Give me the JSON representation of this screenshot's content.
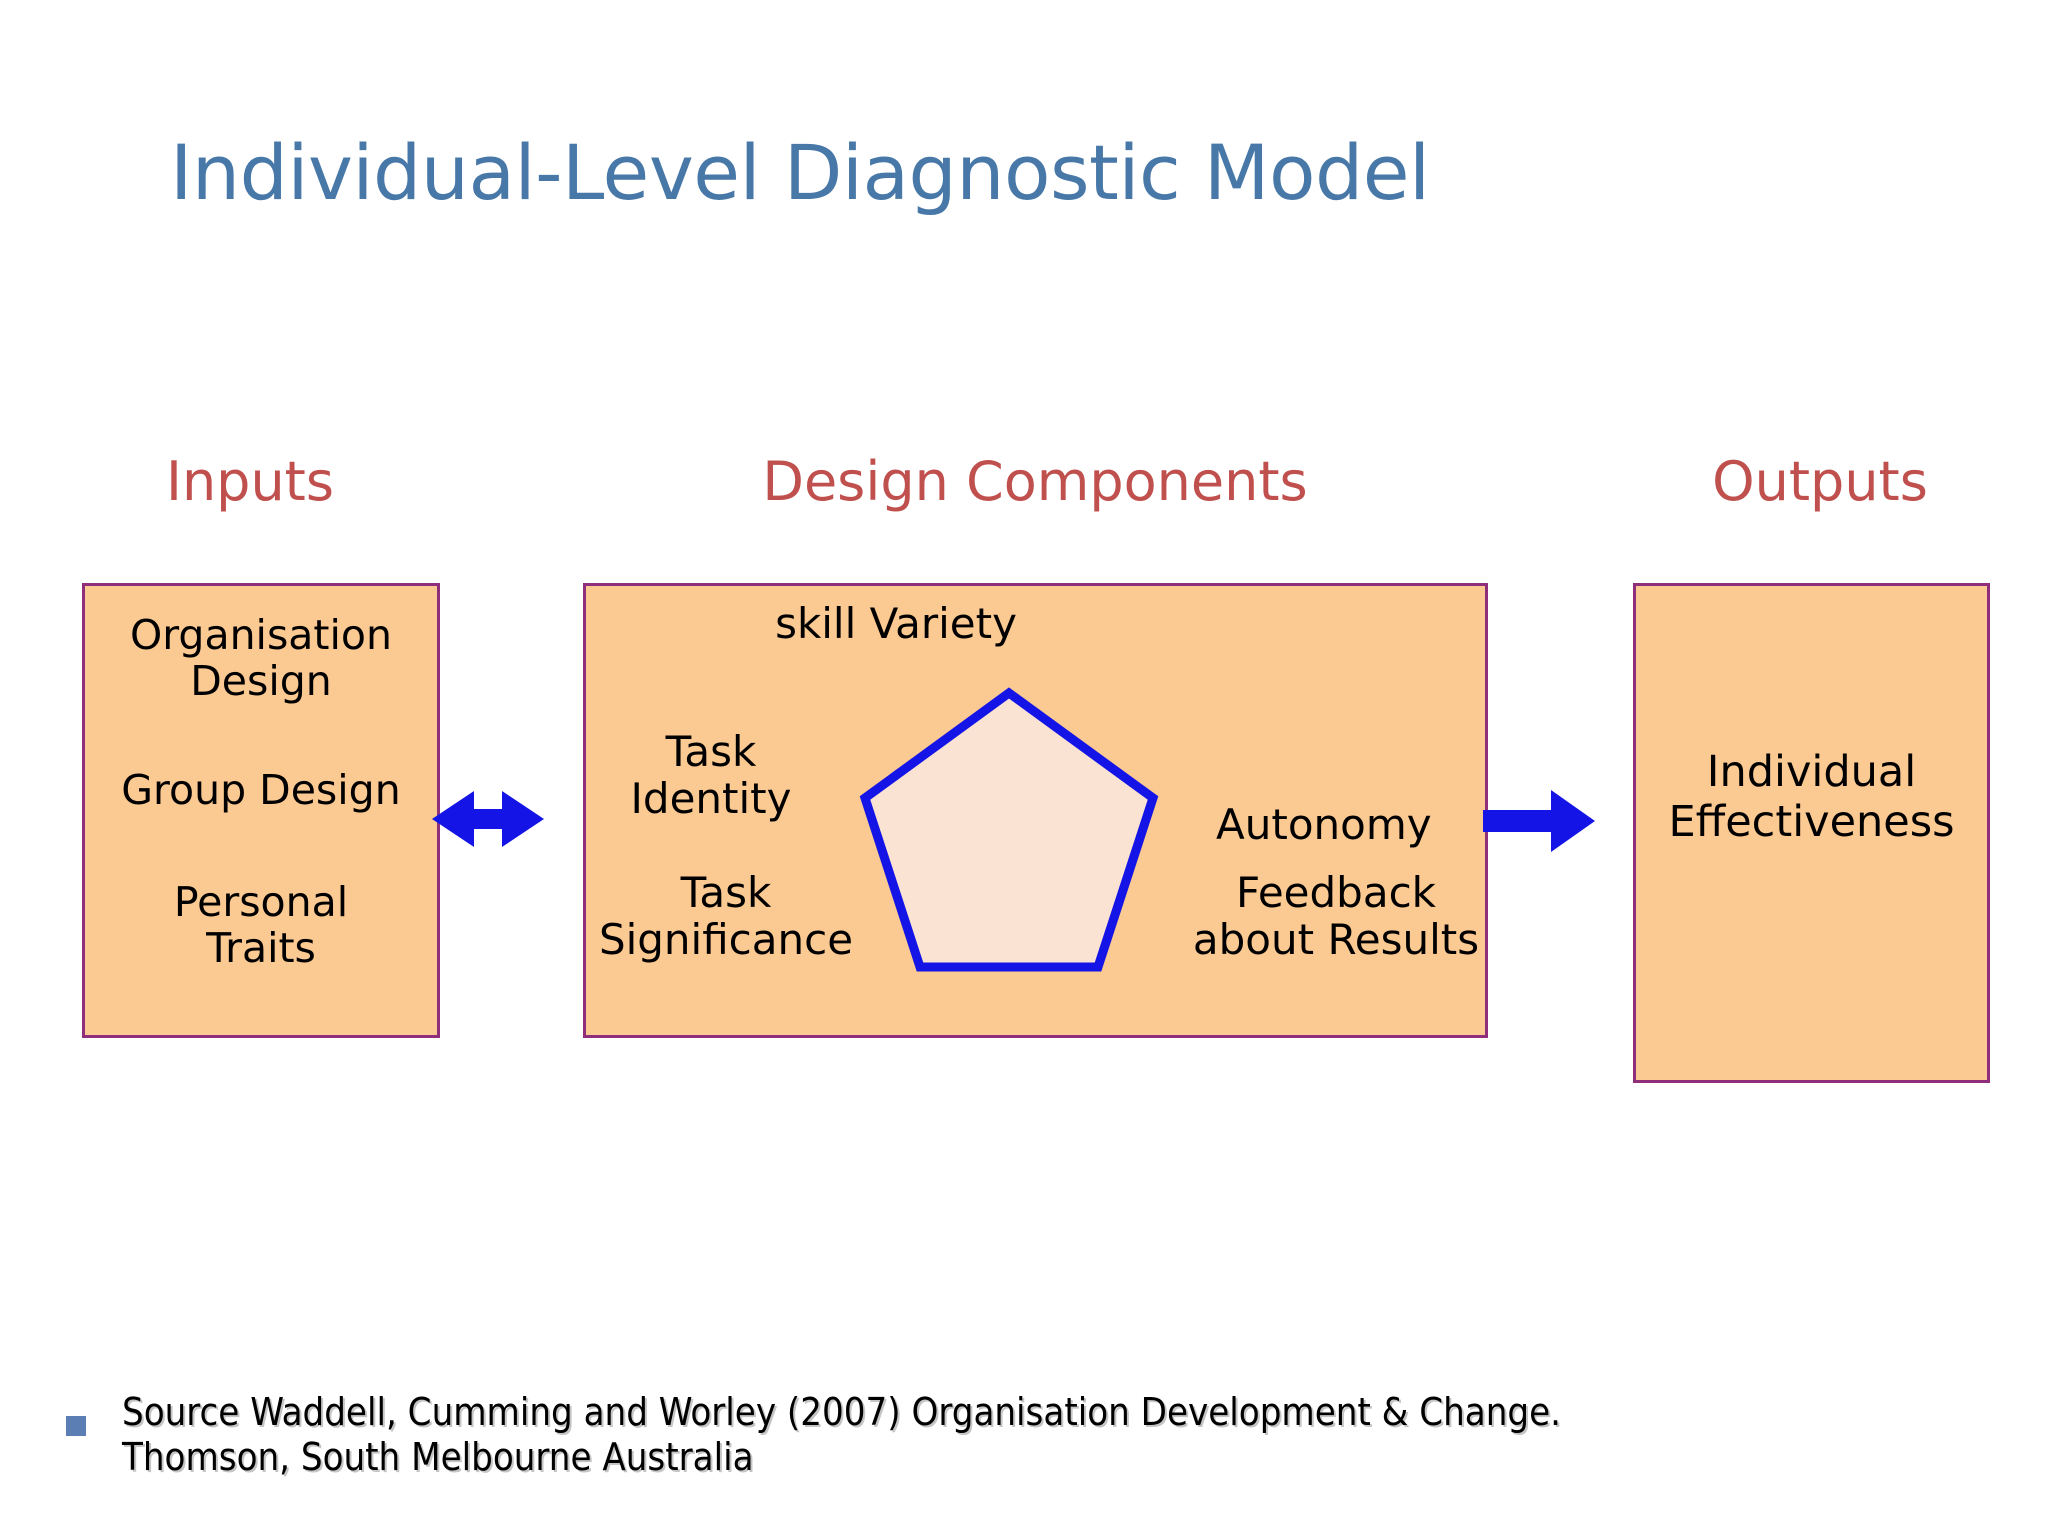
{
  "slide": {
    "title": "Individual-Level Diagnostic Model",
    "title_color": "#4878A8",
    "background": "#ffffff"
  },
  "columns": {
    "inputs_header": "Inputs",
    "design_header": "Design Components",
    "outputs_header": "Outputs",
    "header_color": "#C0504D"
  },
  "boxes": {
    "fill_color": "#FBC992",
    "border_color": "#8F2F7C",
    "inputs": {
      "items": [
        "Organisation\nDesign",
        "Group Design",
        "Personal\nTraits"
      ]
    },
    "outputs": {
      "items": [
        "Individual\nEffectiveness"
      ]
    }
  },
  "design_components": {
    "labels": {
      "skill_variety": "skill Variety",
      "task_identity": "Task\nIdentity",
      "autonomy": "Autonomy",
      "task_significance": "Task\nSignificance",
      "feedback_about_results": "Feedback\nabout Results"
    },
    "shape": {
      "type": "pentagon",
      "outline_color": "#1414E6",
      "fill_color": "#FAE3D2"
    }
  },
  "arrows": {
    "color": "#1414E6",
    "left_arrow": "double-headed-arrow",
    "right_arrow": "right-arrow"
  },
  "footer": {
    "bullet_color": "#5B7FB4",
    "text": "Source Waddell, Cumming and Worley (2007)  Organisation Development & Change.\nThomson, South Melbourne Australia"
  }
}
